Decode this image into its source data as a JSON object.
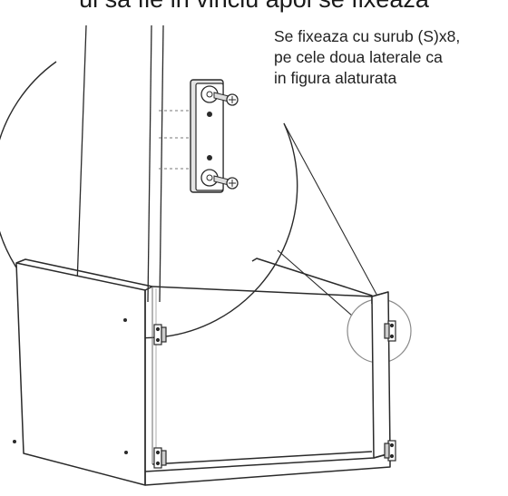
{
  "heading": "ul sa fie in vinclu apoi se fixeaza",
  "caption": {
    "line1": "Se fixeaza cu surub (S)x8,",
    "line2": "pe cele doua laterale ca",
    "line3": "in figura alaturata"
  },
  "colors": {
    "line": "#2a2a2a",
    "light_line": "#9a9a9a",
    "background": "#ffffff"
  },
  "icons": {
    "bracket": "l-bracket-icon",
    "screw": "screw-icon"
  }
}
